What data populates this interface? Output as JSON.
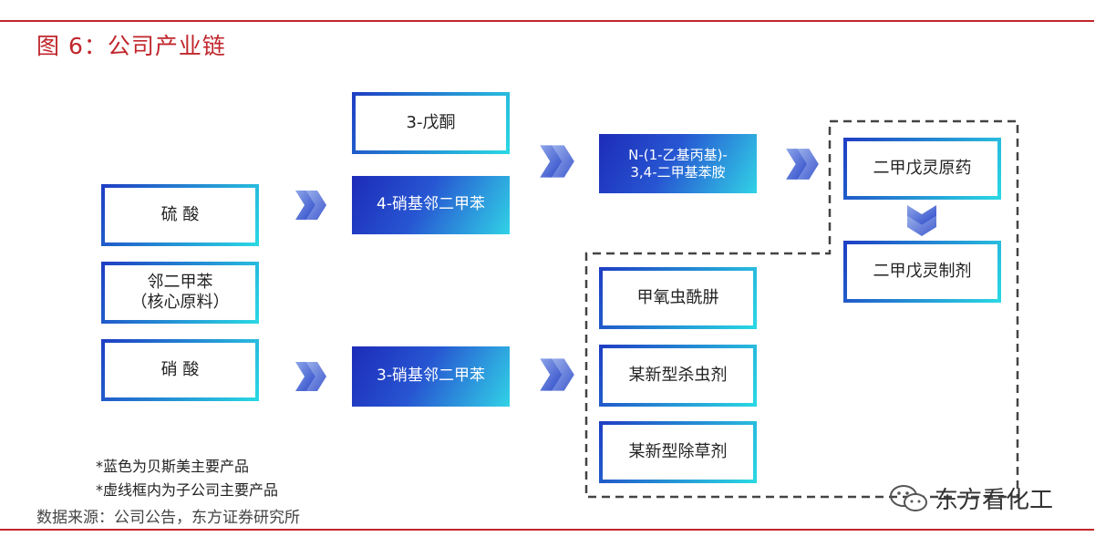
{
  "title": "图 6：公司产业链",
  "raw_materials": {
    "sulfuric_acid": "硫 酸",
    "o_xylene_line1": "邻二甲苯",
    "o_xylene_line2": "（核心原料）",
    "nitric_acid": "硝 酸"
  },
  "intermediates": {
    "pentanone": "3-戊酮",
    "nitro4": "4-硝基邻二甲苯",
    "nitro3": "3-硝基邻二甲苯",
    "amine_line1": "N-(1-乙基丙基)-",
    "amine_line2": "3,4-二甲基苯胺"
  },
  "products": {
    "pendimethalin_tech": "二甲戊灵原药",
    "pendimethalin_form": "二甲戊灵制剂",
    "methoxyfenozide": "甲氧虫酰肼",
    "new_insecticide": "某新型杀虫剂",
    "new_herbicide": "某新型除草剂"
  },
  "notes": {
    "blue_note": "*蓝色为贝斯美主要产品",
    "dash_note": "*虚线框内为子公司主要产品"
  },
  "source": "数据来源：公司公告，东方证券研究所",
  "watermark": "东方看化工",
  "colors": {
    "accent_red": "#c0262c",
    "gradient_start": "#1d2bb8",
    "gradient_end": "#31d2e6",
    "dashed_border": "#444444"
  }
}
